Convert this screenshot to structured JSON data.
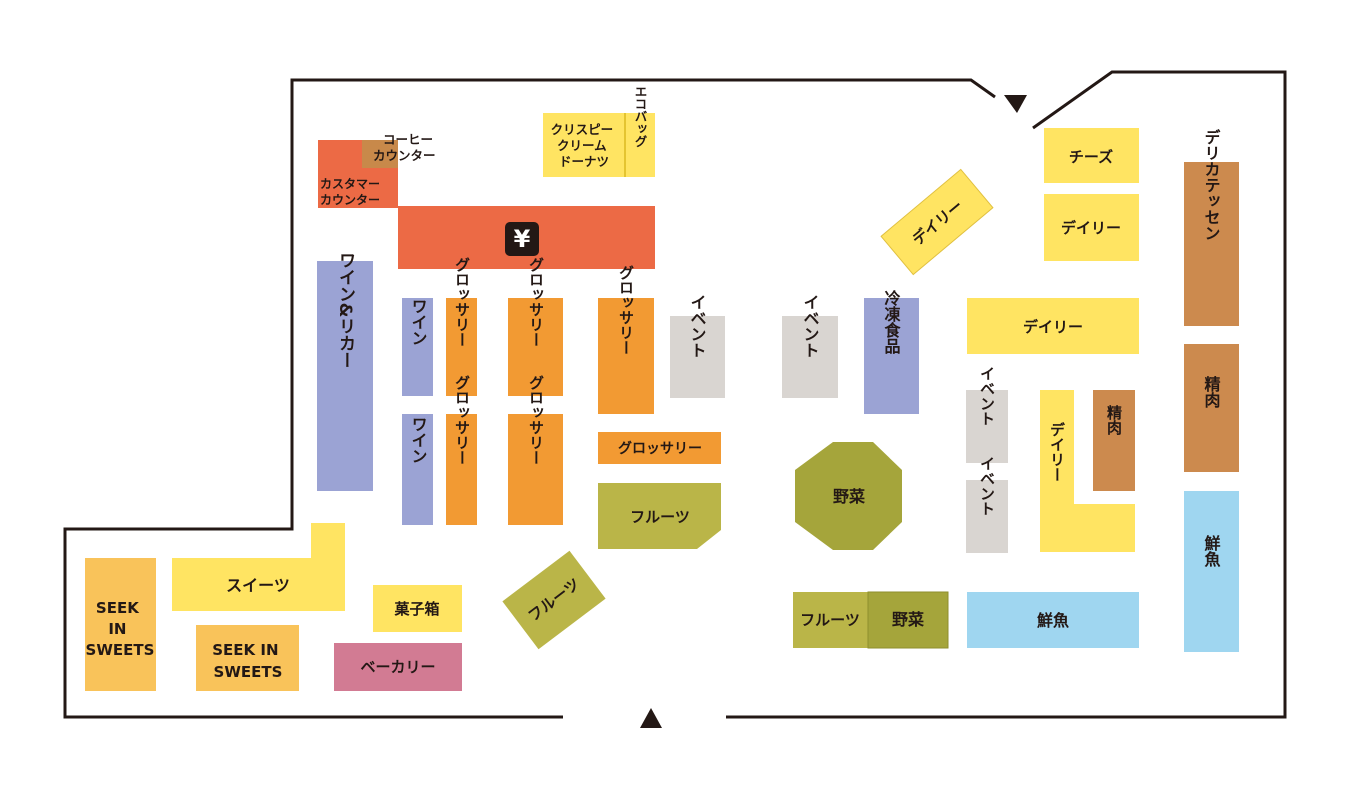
{
  "colors": {
    "register": "#EC6A45",
    "coffee": "#C8894A",
    "yellow": "#FFE462",
    "wine": "#9BA3D4",
    "grocery": "#F29A33",
    "event": "#D9D5D1",
    "fruit": "#BAB548",
    "vegetable": "#A5A53B",
    "deli": "#CC8A4E",
    "fish": "#9FD6F0",
    "bakery": "#D27B93",
    "sweets_shop": "#F9C35A",
    "wall": "#231815"
  },
  "entrances": {
    "bottom_icon": "triangle-up",
    "top_right_icon": "triangle-down"
  },
  "areas": {
    "coffee": [
      "コーヒー",
      "カウンター"
    ],
    "customer": [
      "カスタマー",
      "カウンター"
    ],
    "register_icon": "¥",
    "krispy": [
      "クリスピー",
      "クリーム",
      "ドーナツ"
    ],
    "ecobag": "エコバッグ",
    "wine_liquor": "ワイン&リカー",
    "wine": "ワイン",
    "grocery": "グロッサリー",
    "event": "イベント",
    "frozen": "冷凍食品",
    "vegetable": "野菜",
    "fruit": "フルーツ",
    "daily": "デイリー",
    "cheese": "チーズ",
    "delicatessen": "デリカテッセン",
    "meat": "精肉",
    "fish": "鮮魚",
    "sweets": "スイーツ",
    "seek_in_sweets_1": [
      "SEEK",
      "IN",
      "SWEETS"
    ],
    "seek_in_sweets_2": [
      "SEEK IN",
      "SWEETS"
    ],
    "candy_box": "菓子箱",
    "bakery": "ベーカリー"
  }
}
